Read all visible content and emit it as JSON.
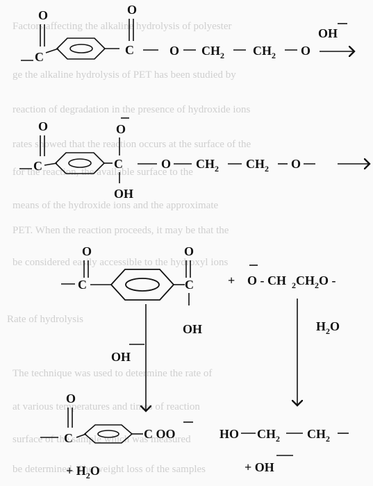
{
  "bleed_through_lines": [
    "Factors affecting the alkaline hydrolysis of polyester",
    "ge the alkaline hydrolysis of PET has been studied by",
    "reaction of degradation in the presence of hydroxide ions",
    "rates showed that the reaction occurs at the surface of the",
    "for the reaction, the available surface to the",
    "means of the hydroxide ions and the approximate",
    "PET. When the reaction proceeds, it may be that the",
    "be considered easily accessible to the hydroxyl ions",
    "Rate of hydrolysis",
    "The technique was used to determine the rate of",
    "at various temperatures and times of reaction",
    "surface of the sample which was measured",
    "be determined. The weight loss of the samples"
  ],
  "step1": {
    "o_left": "O",
    "o_right": "O",
    "c_left": "C",
    "c_right": "C",
    "chain_o1": "O",
    "ch2_a": "CH",
    "ch2_a_sub": "2",
    "ch2_b": "CH",
    "ch2_b_sub": "2",
    "chain_o2": "O",
    "reagent": "OH"
  },
  "step2": {
    "o_left": "O",
    "o_top_right": "O",
    "c_left": "C",
    "c_right": "C",
    "oh": "OH",
    "chain_o1": "O",
    "ch2_a": "CH",
    "ch2_a_sub": "2",
    "ch2_b": "CH",
    "ch2_b_sub": "2",
    "chain_o2": "O"
  },
  "step3": {
    "o_left": "O",
    "o_right": "O",
    "c_left": "C",
    "c_right": "C",
    "oh": "OH",
    "plus": "+",
    "alkoxide": "O - CH",
    "alkoxide_sub": "2",
    "alkoxide_rest": "CH",
    "alkoxide_rest_sub": "2",
    "alkoxide_end": "O  -",
    "reagent_left": "OH",
    "reagent_right": "H",
    "reagent_right_sub": "2",
    "reagent_right_end": "O"
  },
  "step4": {
    "o_left": "O",
    "c_left": "C",
    "carboxylate": "C OO",
    "plus_water": "+ H",
    "plus_water_sub": "2",
    "plus_water_end": "O",
    "glycol_ho": "HO",
    "glycol_ch2_a": "CH",
    "glycol_ch2_a_sub": "2",
    "glycol_ch2_b": "CH",
    "glycol_ch2_b_sub": "2",
    "plus_hydroxide": "+ OH"
  },
  "colors": {
    "ink": "#111111",
    "ghost": "#cfcfcf",
    "paper": "#fafafa"
  }
}
